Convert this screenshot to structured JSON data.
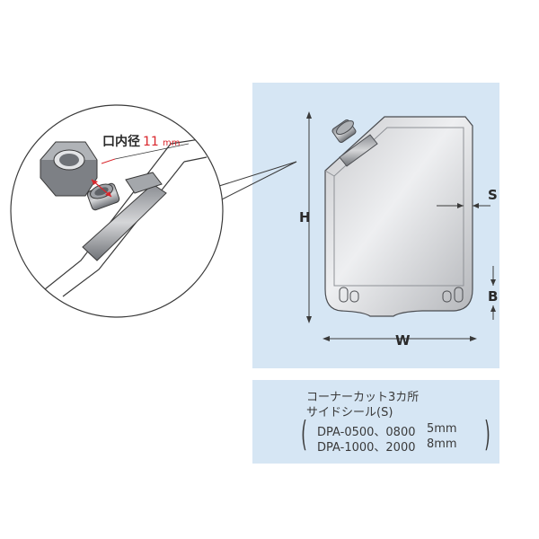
{
  "callout": {
    "label": "口内径",
    "value": "11",
    "unit": "mm"
  },
  "dimensions": {
    "height": "H",
    "width": "W",
    "side_seal": "S",
    "bottom": "B"
  },
  "notes": {
    "line1": "コーナーカット3カ所",
    "line2": "サイドシール(S)",
    "specs": [
      {
        "models": "DPA-0500、0800",
        "size": "5mm"
      },
      {
        "models": "DPA-1000、2000",
        "size": "8mm"
      }
    ]
  },
  "colors": {
    "panel": "#d6e6f4",
    "accent": "#d9262c"
  }
}
